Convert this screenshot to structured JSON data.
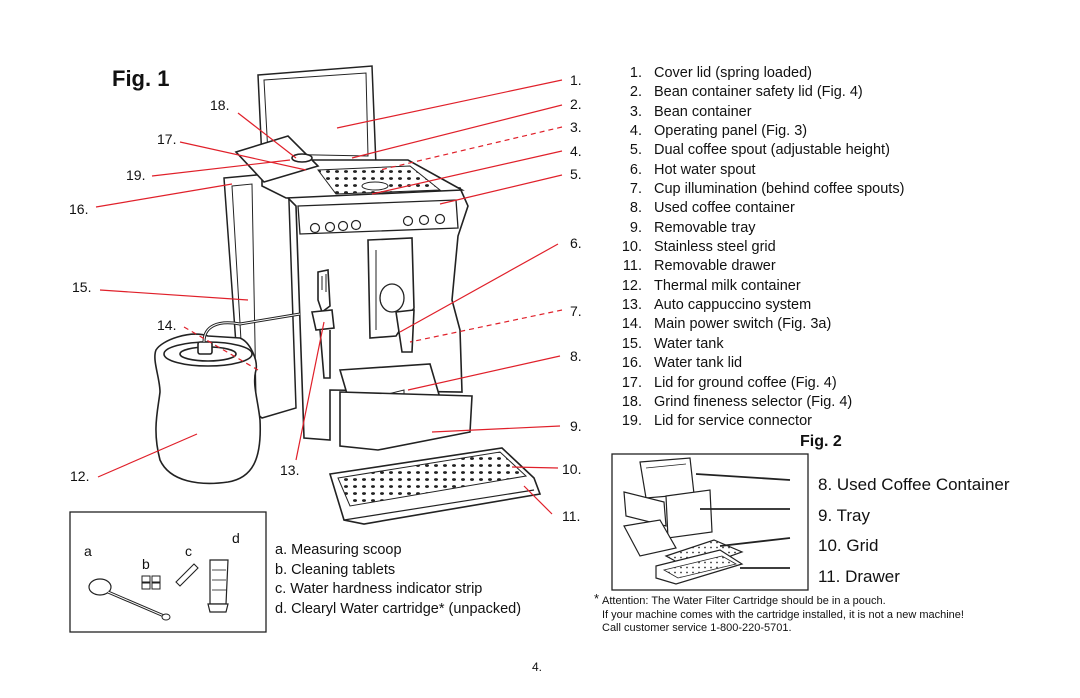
{
  "fig1_title": "Fig. 1",
  "fig2_title": "Fig. 2",
  "callouts": {
    "c1": "1.",
    "c2": "2.",
    "c3": "3.",
    "c4": "4.",
    "c5": "5.",
    "c6": "6.",
    "c7": "7.",
    "c8": "8.",
    "c9": "9.",
    "c10": "10.",
    "c11": "11.",
    "c12": "12.",
    "c13": "13.",
    "c14": "14.",
    "c15": "15.",
    "c16": "16.",
    "c17": "17.",
    "c18": "18.",
    "c19": "19."
  },
  "parts_list": [
    {
      "num": "1.",
      "text": "Cover lid (spring loaded)"
    },
    {
      "num": "2.",
      "text": "Bean container safety lid (Fig. 4)"
    },
    {
      "num": "3.",
      "text": "Bean container"
    },
    {
      "num": "4.",
      "text": "Operating panel (Fig. 3)"
    },
    {
      "num": "5.",
      "text": "Dual coffee spout (adjustable height)"
    },
    {
      "num": "6.",
      "text": "Hot water spout"
    },
    {
      "num": "7.",
      "text": "Cup illumination (behind coffee spouts)"
    },
    {
      "num": "8.",
      "text": "Used coffee container"
    },
    {
      "num": "9.",
      "text": "Removable tray"
    },
    {
      "num": "10.",
      "text": "Stainless steel grid"
    },
    {
      "num": "11.",
      "text": "Removable drawer"
    },
    {
      "num": "12.",
      "text": "Thermal milk container"
    },
    {
      "num": "13.",
      "text": "Auto cappuccino system"
    },
    {
      "num": "14.",
      "text": "Main power switch (Fig. 3a)"
    },
    {
      "num": "15.",
      "text": "Water tank"
    },
    {
      "num": "16.",
      "text": "Water tank lid"
    },
    {
      "num": "17.",
      "text": "Lid for ground coffee (Fig. 4)"
    },
    {
      "num": "18.",
      "text": "Grind fineness selector (Fig. 4)"
    },
    {
      "num": "19.",
      "text": "Lid for service connector"
    }
  ],
  "fig2_labels": [
    "8. Used Coffee Container",
    "9. Tray",
    "10. Grid",
    "11. Drawer"
  ],
  "accessory_letters": {
    "a": "a",
    "b": "b",
    "c": "c",
    "d": "d"
  },
  "accessories": [
    "a. Measuring scoop",
    "b. Cleaning tablets",
    "c. Water hardness indicator strip",
    "d. Clearyl Water cartridge* (unpacked)"
  ],
  "attention": {
    "star": "*",
    "line1": "Attention: The Water Filter Cartridge should be in a pouch.",
    "line2": "If your machine comes with the cartridge installed, it is not a new machine!",
    "line3": "Call customer service 1-800-220-5701."
  },
  "page_number": "4.",
  "colors": {
    "leader_line": "#e0202a",
    "ink": "#111111"
  }
}
